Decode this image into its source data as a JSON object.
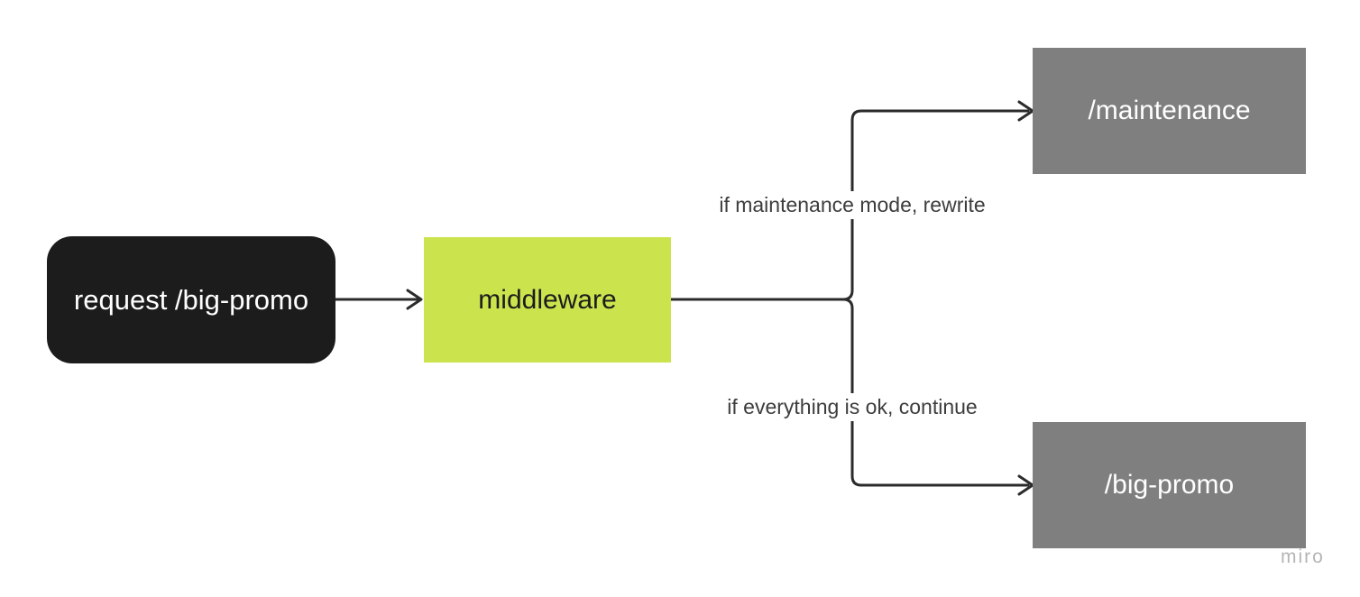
{
  "diagram": {
    "nodes": {
      "request": {
        "label": "request /big-promo"
      },
      "middleware": {
        "label": "middleware"
      },
      "maintenance": {
        "label": "/maintenance"
      },
      "big_promo": {
        "label": "/big-promo"
      }
    },
    "edge_labels": {
      "maintenance_branch": "if maintenance mode, rewrite",
      "continue_branch": "if everything is ok, continue"
    },
    "colors": {
      "canvas_bg": "#ffffff",
      "request_bg": "#1c1c1c",
      "request_text": "#ffffff",
      "middleware_bg": "#cbe44e",
      "middleware_text": "#1c1c1c",
      "destination_bg": "#7f7f7f",
      "destination_text": "#ffffff",
      "connector": "#2b2b2b",
      "edge_label_text": "#3d3d3d",
      "watermark_text": "#b5b5b5"
    }
  },
  "watermark": {
    "label": "miro"
  }
}
